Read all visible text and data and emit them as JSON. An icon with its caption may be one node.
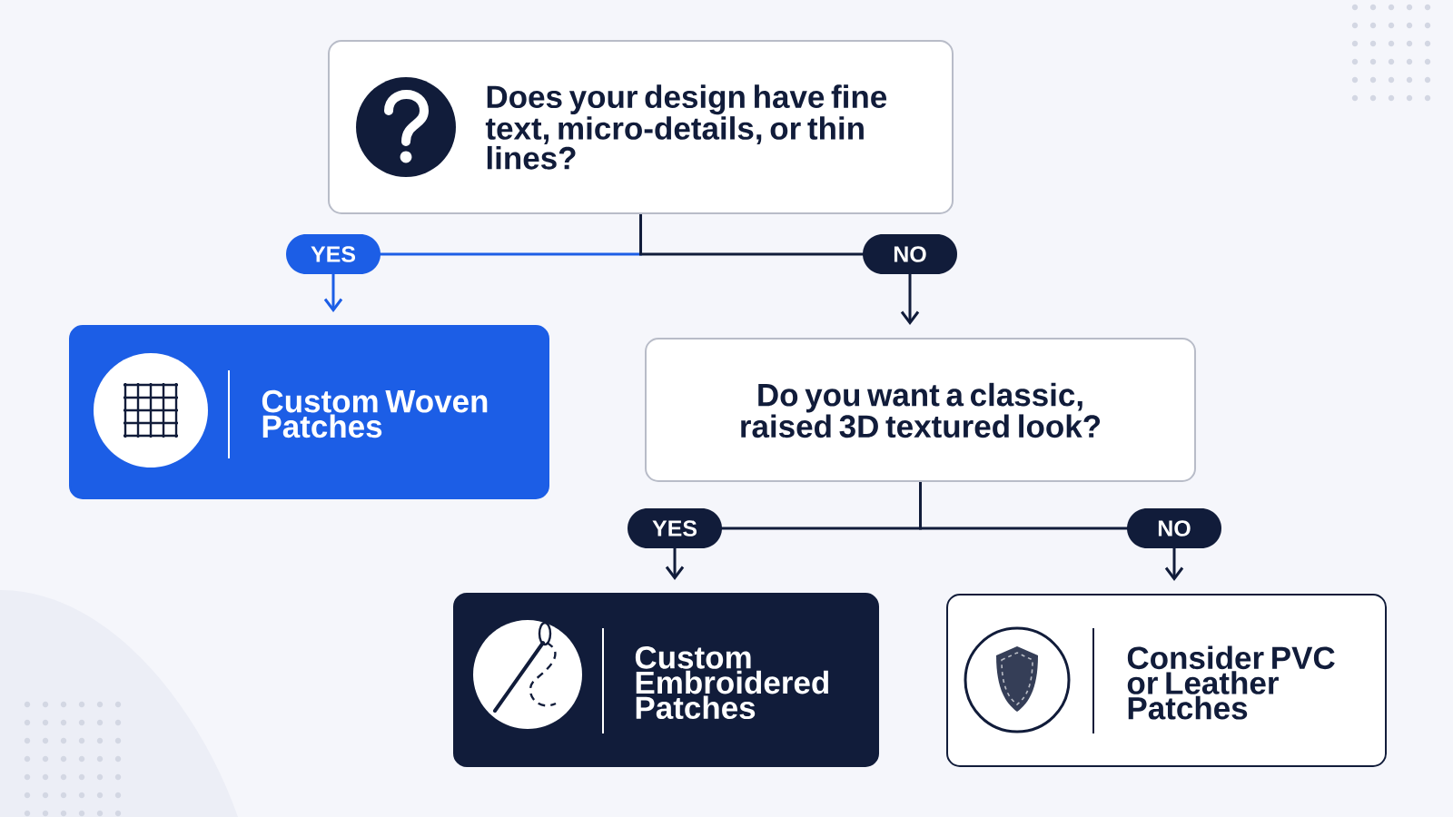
{
  "diagram": {
    "nodes": [
      {
        "text": [
          "Does your design have fine text, micro-details, or thin lines?"
        ]
      },
      {
        "text": [
          "Custom Woven Patches"
        ]
      },
      {
        "text": [
          "Do you want a classic, raised 3D textured look?"
        ]
      },
      {
        "text": [
          "Custom Embroidered Patches"
        ]
      },
      {
        "text": [
          "Consider PVC or Leather Patches"
        ]
      }
    ],
    "edges": [
      {
        "from": 0,
        "to": 1,
        "arrow": "to",
        "label": "YES",
        "color": "#1c5ee6"
      },
      {
        "from": 0,
        "to": 2,
        "arrow": "to",
        "label": "NO"
      },
      {
        "from": 2,
        "to": 3,
        "arrow": "to",
        "label": "YES"
      },
      {
        "from": 2,
        "to": 4,
        "arrow": "to",
        "label": "NO"
      }
    ]
  }
}
